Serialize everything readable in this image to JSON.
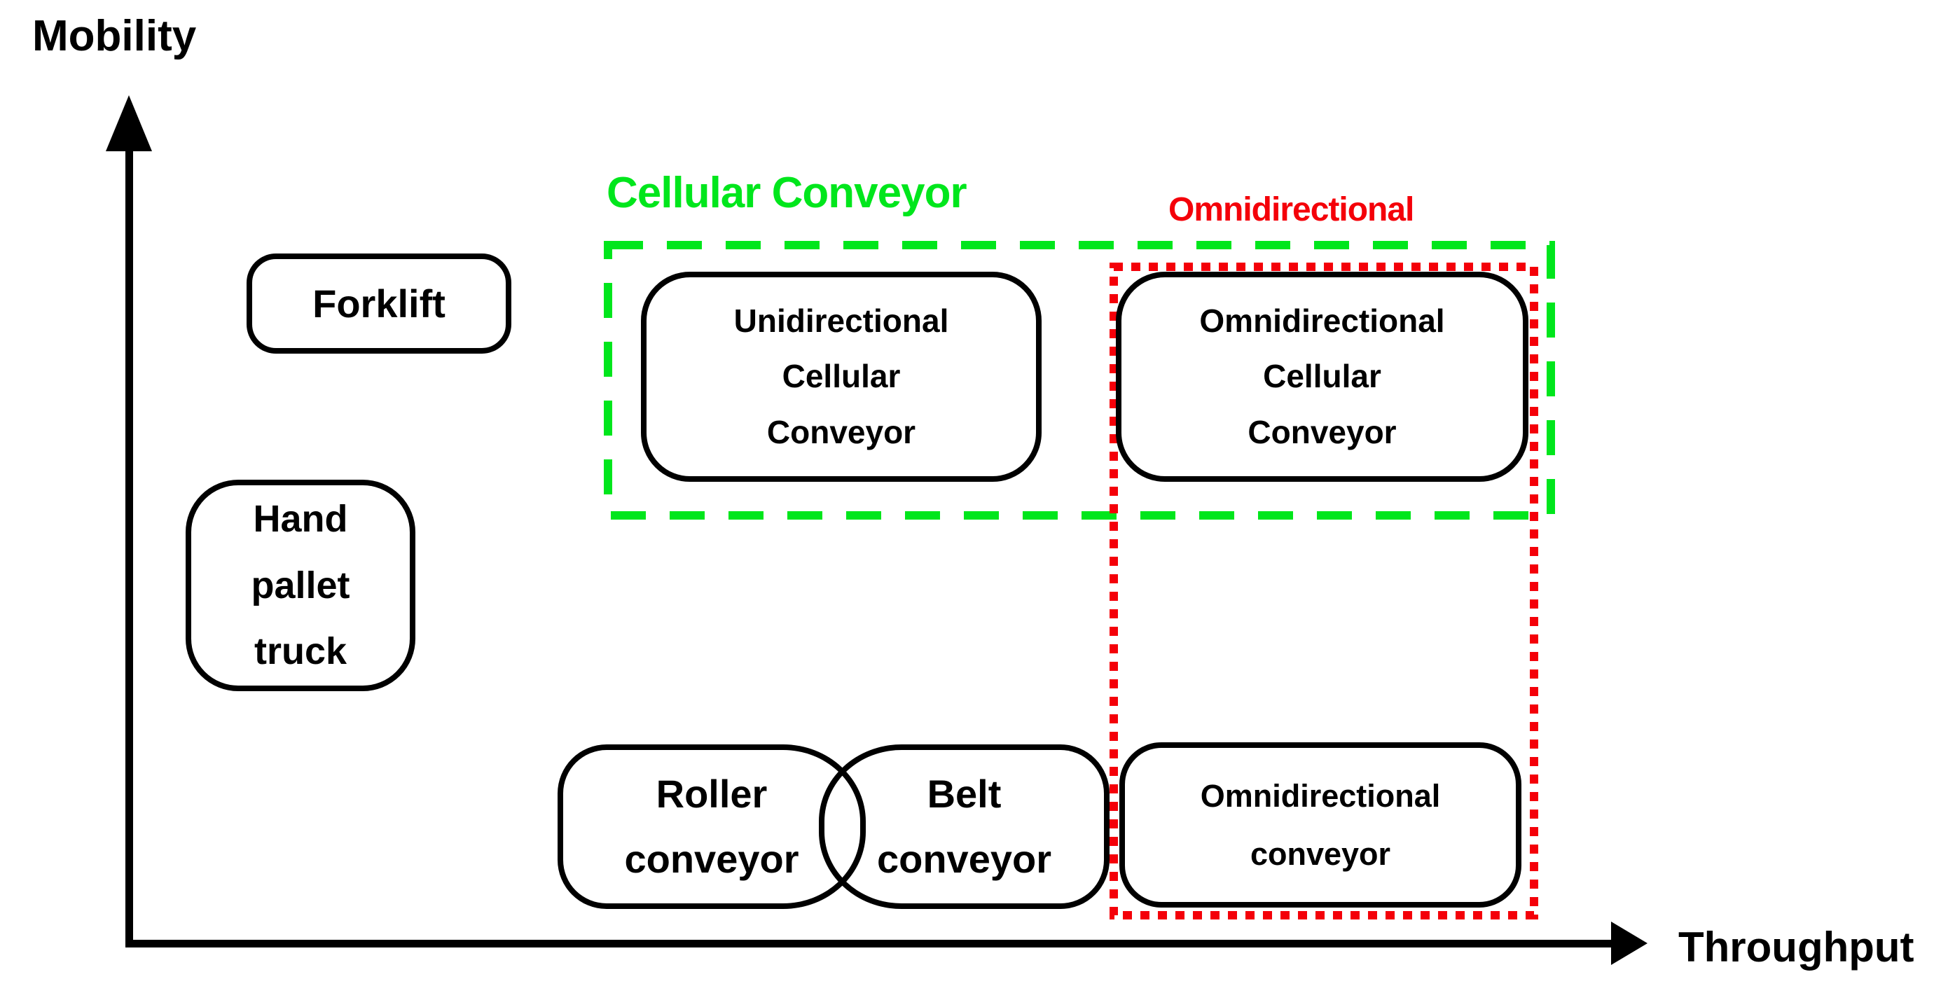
{
  "axes": {
    "y_label": "Mobility",
    "x_label": "Throughput",
    "axis_color": "#000000"
  },
  "group_labels": {
    "cellular_conveyor": {
      "text": "Cellular Conveyor",
      "color": "#00E61C",
      "outline_style": "dashed"
    },
    "omnidirectional": {
      "text": "Omnidirectional",
      "color": "#F40009",
      "outline_style": "dotted"
    }
  },
  "nodes": {
    "forklift": "Forklift",
    "hand_pallet_truck": "Hand\npallet\ntruck",
    "unidirectional_cellular_conveyor": "Unidirectional\nCellular\nConveyor",
    "omnidirectional_cellular_conveyor": "Omnidirectional\nCellular\nConveyor",
    "roller_conveyor": "Roller\nconveyor",
    "belt_conveyor": "Belt\nconveyor",
    "omnidirectional_conveyor": "Omnidirectional\nconveyor"
  }
}
